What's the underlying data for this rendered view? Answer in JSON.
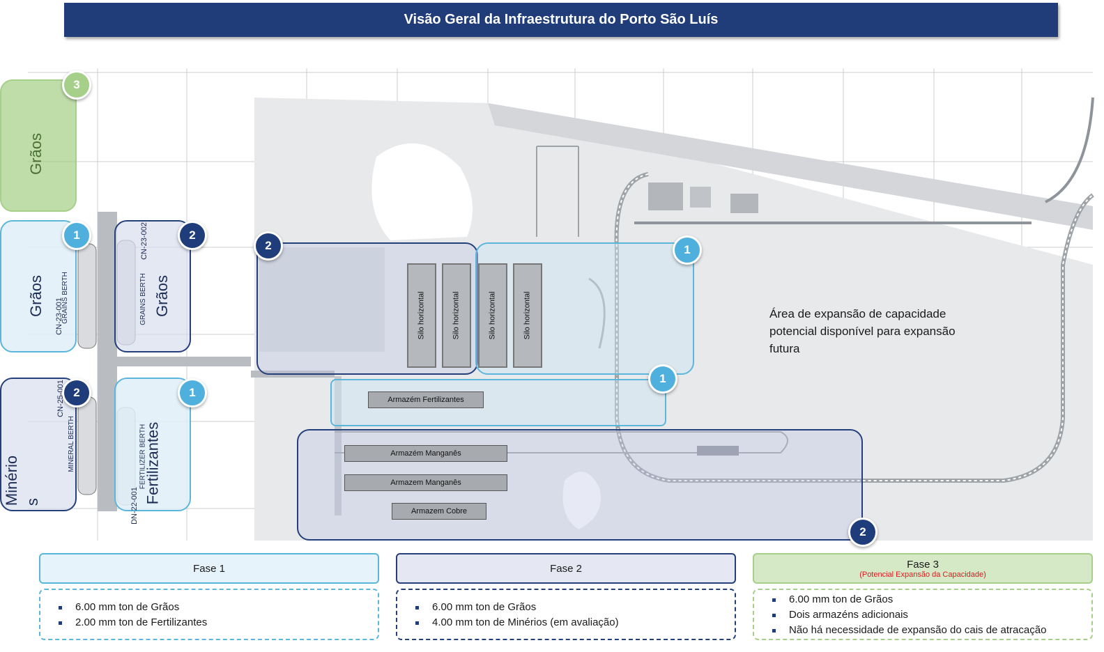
{
  "title": "Visão Geral da Infraestrutura do Porto São Luís",
  "zones": {
    "graos_fase3": "Grãos",
    "graos_left": "Grãos",
    "graos_right": "Grãos",
    "minerios": "Minério\ns",
    "fertilizantes": "Fertilizantes"
  },
  "badges": {
    "b3": "3",
    "b1_graos": "1",
    "b2_graos": "2",
    "b2_minerios": "2",
    "b1_fert": "1",
    "b2_silo": "2",
    "b1_silo": "1",
    "b1_fert_wh": "1",
    "b2_bottom": "2"
  },
  "berths": {
    "grains_berth_1": "GRAINS BERTH",
    "grains_berth_1_code": "CN-23-001",
    "grains_berth_2": "GRAINS BERTH",
    "grains_berth_2_code": "CN-23-002",
    "mineral_berth": "MINERAL BERTH",
    "mineral_berth_code": "CN-25-001",
    "fertilizer_berth": "FERTILIZER BERTH",
    "fertilizer_berth_code": "DN-22-001"
  },
  "silos": [
    "Silo horizontal",
    "Silo horizontal",
    "Silo horizontal",
    "Silo horizontal"
  ],
  "warehouses": {
    "fertilizantes": "Armazém Fertilizantes",
    "manganes_1": "Armazém Manganês",
    "manganes_2": "Armazem Manganês",
    "cobre": "Armazem Cobre"
  },
  "expansion_note": "Área de expansão de capacidade potencial disponível para expansão futura",
  "phases": [
    {
      "title": "Fase 1",
      "subtitle": "",
      "items": [
        "6.00 mm ton de Grãos",
        "2.00 mm ton de Fertilizantes"
      ]
    },
    {
      "title": "Fase 2",
      "subtitle": "",
      "items": [
        "6.00 mm ton de Grãos",
        "4.00 mm ton de Minérios (em avaliação)"
      ]
    },
    {
      "title": "Fase 3",
      "subtitle": "(Potencial Expansão da Capacidade)",
      "items": [
        "6.00 mm ton de Grãos",
        "Dois armazéns adicionais",
        "Não há necessidade de expansão do cais de atracação"
      ]
    }
  ],
  "colors": {
    "title_bg": "#203d7a",
    "phase1": "#5cb6dc",
    "phase2": "#243f7a",
    "phase3": "#a6cf8a",
    "subtitle_red": "#e0191e"
  }
}
